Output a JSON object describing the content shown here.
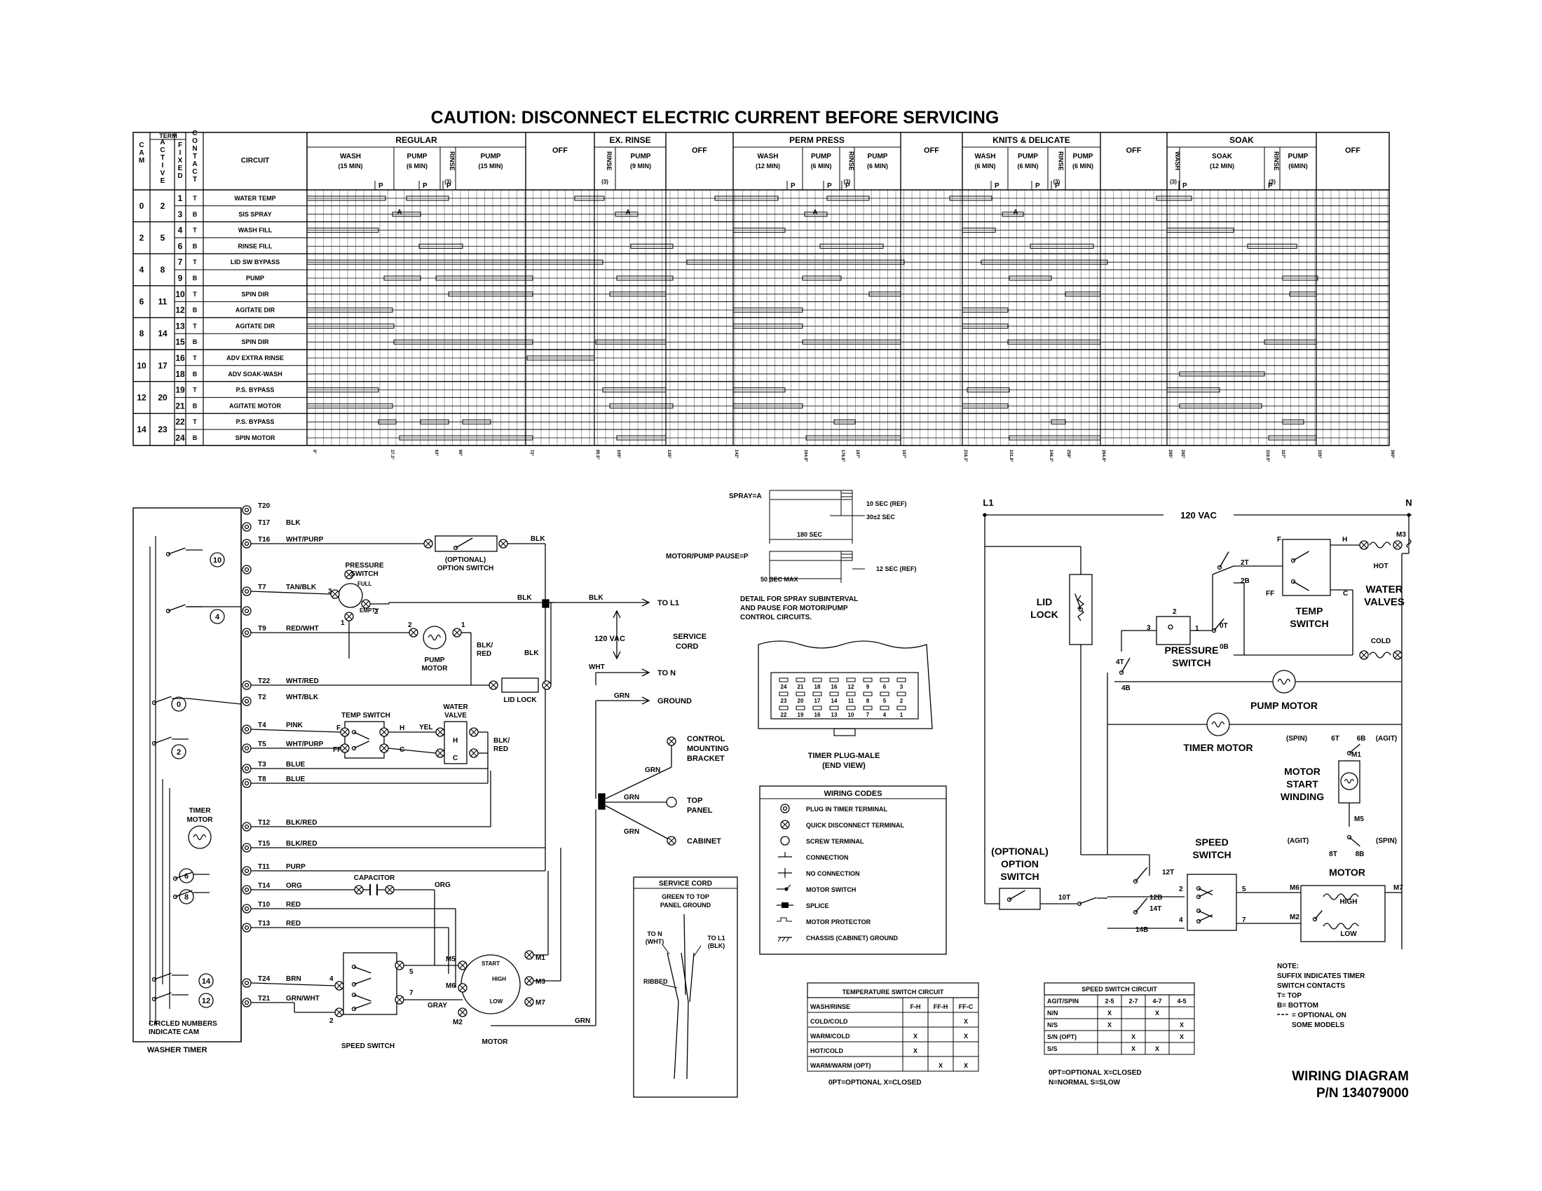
{
  "caution": "CAUTION: DISCONNECT ELECTRIC CURRENT BEFORE SERVICING",
  "timer_chart": {
    "head": {
      "cam": "CAM",
      "term": "TERM",
      "active": "ACTIVE",
      "fixed": "FIXED",
      "contact": "CONTACT",
      "circuit": "CIRCUIT"
    },
    "cycles": [
      {
        "name": "REGULAR",
        "subs": [
          {
            "t": "WASH",
            "d": "(15 MIN)"
          },
          {
            "t": "PUMP",
            "d": "(6 MIN)"
          },
          {
            "t": "RINSE",
            "d": "(3)",
            "v": true
          },
          {
            "t": "PUMP",
            "d": "(15 MIN)"
          }
        ]
      },
      {
        "name": "OFF",
        "subs": []
      },
      {
        "name": "EX. RINSE",
        "subs": [
          {
            "t": "RINSE",
            "d": "(3)",
            "v": true
          },
          {
            "t": "PUMP",
            "d": "(9 MIN)"
          }
        ]
      },
      {
        "name": "OFF",
        "subs": []
      },
      {
        "name": "PERM PRESS",
        "subs": [
          {
            "t": "WASH",
            "d": "(12 MIN)"
          },
          {
            "t": "PUMP",
            "d": "(6 MIN)"
          },
          {
            "t": "RINSE",
            "d": "(3)",
            "v": true
          },
          {
            "t": "PUMP",
            "d": "(6 MIN)"
          }
        ]
      },
      {
        "name": "OFF",
        "subs": []
      },
      {
        "name": "KNITS & DELICATE",
        "subs": [
          {
            "t": "WASH",
            "d": "(6 MIN)"
          },
          {
            "t": "PUMP",
            "d": "(6 MIN)"
          },
          {
            "t": "RINSE",
            "d": "(3)",
            "v": true
          },
          {
            "t": "PUMP",
            "d": "(6 MIN)"
          }
        ]
      },
      {
        "name": "OFF",
        "subs": []
      },
      {
        "name": "SOAK",
        "subs": [
          {
            "t": "WASH",
            "d": "(3)",
            "v": true
          },
          {
            "t": "SOAK",
            "d": "(12 MIN)"
          },
          {
            "t": "RINSE",
            "d": "(3)",
            "v": true
          },
          {
            "t": "PUMP",
            "d": "(6MIN)"
          }
        ]
      },
      {
        "name": "OFF",
        "subs": []
      }
    ],
    "cams": [
      {
        "cam": "0",
        "active": "2",
        "rows": [
          {
            "fixed": "1",
            "c": "T",
            "circuit": "WATER TEMP"
          },
          {
            "fixed": "3",
            "c": "B",
            "circuit": "SIS SPRAY"
          }
        ]
      },
      {
        "cam": "2",
        "active": "5",
        "rows": [
          {
            "fixed": "4",
            "c": "T",
            "circuit": "WASH FILL"
          },
          {
            "fixed": "6",
            "c": "B",
            "circuit": "RINSE FILL"
          }
        ]
      },
      {
        "cam": "4",
        "active": "8",
        "rows": [
          {
            "fixed": "7",
            "c": "T",
            "circuit": "LID SW BYPASS"
          },
          {
            "fixed": "9",
            "c": "B",
            "circuit": "PUMP"
          }
        ]
      },
      {
        "cam": "6",
        "active": "11",
        "rows": [
          {
            "fixed": "10",
            "c": "T",
            "circuit": "SPIN DIR"
          },
          {
            "fixed": "12",
            "c": "B",
            "circuit": "AGITATE DIR"
          }
        ]
      },
      {
        "cam": "8",
        "active": "14",
        "rows": [
          {
            "fixed": "13",
            "c": "T",
            "circuit": "AGITATE DIR"
          },
          {
            "fixed": "15",
            "c": "B",
            "circuit": "SPIN DIR"
          }
        ]
      },
      {
        "cam": "10",
        "active": "17",
        "rows": [
          {
            "fixed": "16",
            "c": "T",
            "circuit": "ADV EXTRA RINSE"
          },
          {
            "fixed": "18",
            "c": "B",
            "circuit": "ADV SOAK-WASH"
          }
        ]
      },
      {
        "cam": "12",
        "active": "20",
        "rows": [
          {
            "fixed": "19",
            "c": "T",
            "circuit": "P.S. BYPASS"
          },
          {
            "fixed": "21",
            "c": "B",
            "circuit": "AGITATE MOTOR"
          }
        ]
      },
      {
        "cam": "14",
        "active": "23",
        "rows": [
          {
            "fixed": "22",
            "c": "T",
            "circuit": "P.S. BYPASS"
          },
          {
            "fixed": "24",
            "c": "B",
            "circuit": "SPIN MOTOR"
          }
        ]
      }
    ],
    "degrees": [
      "0°",
      "27.3°",
      "63°",
      "90°",
      "72°",
      "95.5°",
      "105°",
      "135°",
      "142°",
      "164.8°",
      "176.8°",
      "187°",
      "197°",
      "216.3°",
      "231.8°",
      "246.3°",
      "258°",
      "264.8°",
      "285°",
      "292°",
      "319.5°",
      "327°",
      "335°",
      "360°"
    ]
  },
  "spray_detail": {
    "spray": "SPRAY=A",
    "ten": "10 SEC (REF)",
    "thirty": "30±2 SEC",
    "one80": "180 SEC",
    "motor": "MOTOR/PUMP PAUSE=P",
    "fifty": "50 SEC MAX",
    "twelve": "12 SEC (REF)",
    "note1": "DETAIL FOR SPRAY SUBINTERVAL",
    "note2": "AND PAUSE FOR MOTOR/PUMP",
    "note3": "CONTROL CIRCUITS."
  },
  "timer_plug": {
    "row1": [
      "24",
      "21",
      "18",
      "16",
      "12",
      "9",
      "6",
      "3"
    ],
    "row2": [
      "23",
      "20",
      "17",
      "14",
      "11",
      "8",
      "5",
      "2"
    ],
    "row3": [
      "22",
      "19",
      "16",
      "13",
      "10",
      "7",
      "4",
      "1"
    ],
    "t1": "TIMER PLUG-MALE",
    "t2": "(END VIEW)"
  },
  "wiring_codes": {
    "title": "WIRING CODES",
    "items": [
      "PLUG IN TIMER TERMINAL",
      "QUICK DISCONNECT TERMINAL",
      "SCREW TERMINAL",
      "CONNECTION",
      "NO CONNECTION",
      "MOTOR SWITCH",
      "SPLICE",
      "MOTOR PROTECTOR",
      "CHASSIS (CABINET) GROUND"
    ]
  },
  "service_cord": {
    "title": "SERVICE CORD",
    "sub1": "GREEN TO TOP",
    "sub2": "PANEL GROUND",
    "ton": "TO N",
    "wht": "(WHT)",
    "tol1": "TO L1",
    "blk": "(BLK)",
    "ribbed": "RIBBED"
  },
  "temp_table": {
    "title": "TEMPERATURE SWITCH CIRCUIT",
    "head": [
      "WASH/RINSE",
      "F-H",
      "FF-H",
      "FF-C"
    ],
    "rows": [
      [
        "COLD/COLD",
        "",
        "",
        "X"
      ],
      [
        "WARM/COLD",
        "X",
        "",
        "X"
      ],
      [
        "HOT/COLD",
        "X",
        "",
        ""
      ],
      [
        "WARM/WARM (OPT)",
        "",
        "X",
        "X"
      ]
    ],
    "foot": "0PT=OPTIONAL      X=CLOSED"
  },
  "speed_table": {
    "title": "SPEED SWITCH CIRCUIT",
    "head": [
      "AGIT/SPIN",
      "2-5",
      "2-7",
      "4-7",
      "4-5"
    ],
    "rows": [
      [
        "N/N",
        "X",
        "",
        "X",
        ""
      ],
      [
        "N/S",
        "X",
        "",
        "",
        "X"
      ],
      [
        "S/N (OPT)",
        "",
        "X",
        "",
        "X"
      ],
      [
        "S/S",
        "",
        "X",
        "X",
        ""
      ]
    ],
    "foot1": "0PT=OPTIONAL      X=CLOSED",
    "foot2": "N=NORMAL  S=SLOW"
  },
  "note": {
    "l1": "NOTE:",
    "l2": "SUFFIX INDICATES TIMER",
    "l3": "SWITCH CONTACTS",
    "l4": "T= TOP",
    "l5": "B= BOTTOM",
    "l6": "= OPTIONAL ON",
    "l7": "SOME MODELS"
  },
  "title_block": {
    "t1": "WIRING DIAGRAM",
    "t2": "P/N 134079000"
  },
  "left_diagram": {
    "terms": [
      {
        "t": "T20",
        "w": ""
      },
      {
        "t": "T17",
        "w": "BLK"
      },
      {
        "t": "T16",
        "w": "WHT/PURP"
      },
      {
        "t": "",
        "w": ""
      },
      {
        "t": "T7",
        "w": "TAN/BLK"
      },
      {
        "t": "",
        "w": ""
      },
      {
        "t": "T9",
        "w": "RED/WHT"
      },
      {
        "t": "T22",
        "w": "WHT/RED"
      },
      {
        "t": "T2",
        "w": "WHT/BLK"
      },
      {
        "t": "T4",
        "w": "PINK"
      },
      {
        "t": "T5",
        "w": "WHT/PURP"
      },
      {
        "t": "T3",
        "w": "BLUE"
      },
      {
        "t": "T8",
        "w": "BLUE"
      },
      {
        "t": "T12",
        "w": "BLK/RED"
      },
      {
        "t": "T15",
        "w": "BLK/RED"
      },
      {
        "t": "T11",
        "w": "PURP"
      },
      {
        "t": "T14",
        "w": "ORG"
      },
      {
        "t": "T10",
        "w": "RED"
      },
      {
        "t": "T13",
        "w": "RED"
      },
      {
        "t": "T24",
        "w": "BRN"
      },
      {
        "t": "T21",
        "w": "GRN/WHT"
      }
    ],
    "cams": [
      "10",
      "4",
      "0",
      "2",
      "6",
      "8",
      "14",
      "12"
    ],
    "pressure_switch": "PRESSURE\nSWITCH",
    "full": "FULL",
    "empty": "EMPTY",
    "option_switch": "OPTION SWITCH",
    "optional": "(OPTIONAL)",
    "pump_motor1": "PUMP",
    "pump_motor2": "MOTOR",
    "lid_lock": "LID LOCK",
    "temp_switch": "TEMP SWITCH",
    "water1": "WATER",
    "water2": "VALVE",
    "timer1": "TIMER",
    "timer2": "MOTOR",
    "capacitor": "CAPACITOR",
    "org": "ORG",
    "speed_switch": "SPEED SWITCH",
    "motor": "MOTOR",
    "gray": "GRAY",
    "grn": "GRN",
    "start": "START",
    "high": "HIGH",
    "low": "LOW",
    "circled1": "CIRCLED NUMBERS",
    "circled2": "INDICATE CAM",
    "washer_timer": "WASHER TIMER",
    "blk": "BLK",
    "blkred": "BLK/\nRED",
    "yel": "YEL",
    "to_l1": "TO L1",
    "to_n": "TO N",
    "ground": "GROUND",
    "wht": "WHT",
    "vac": "120 VAC",
    "service1": "SERVICE",
    "service2": "CORD",
    "control1": "CONTROL",
    "control2": "MOUNTING",
    "control3": "BRACKET",
    "top1": "TOP",
    "top2": "PANEL",
    "cabinet": "CABINET"
  },
  "right_diagram": {
    "l1": "L1",
    "n": "N",
    "vac": "120 VAC",
    "m3": "M3",
    "lid1": "LID",
    "lid2": "LOCK",
    "ps1": "PRESSURE",
    "ps2": "SWITCH",
    "ts1": "TEMP",
    "ts2": "SWITCH",
    "hot": "HOT",
    "cold": "COLD",
    "wv1": "WATER",
    "wv2": "VALVES",
    "pump": "PUMP MOTOR",
    "timer": "TIMER MOTOR",
    "msw1": "MOTOR",
    "msw2": "START",
    "msw3": "WINDING",
    "opt1": "(OPTIONAL)",
    "opt2": "OPTION",
    "opt3": "SWITCH",
    "ss1": "SPEED",
    "ss2": "SWITCH",
    "motor": "MOTOR",
    "high": "HIGH",
    "low": "LOW",
    "spin": "(SPIN)",
    "agit": "(AGIT)"
  }
}
